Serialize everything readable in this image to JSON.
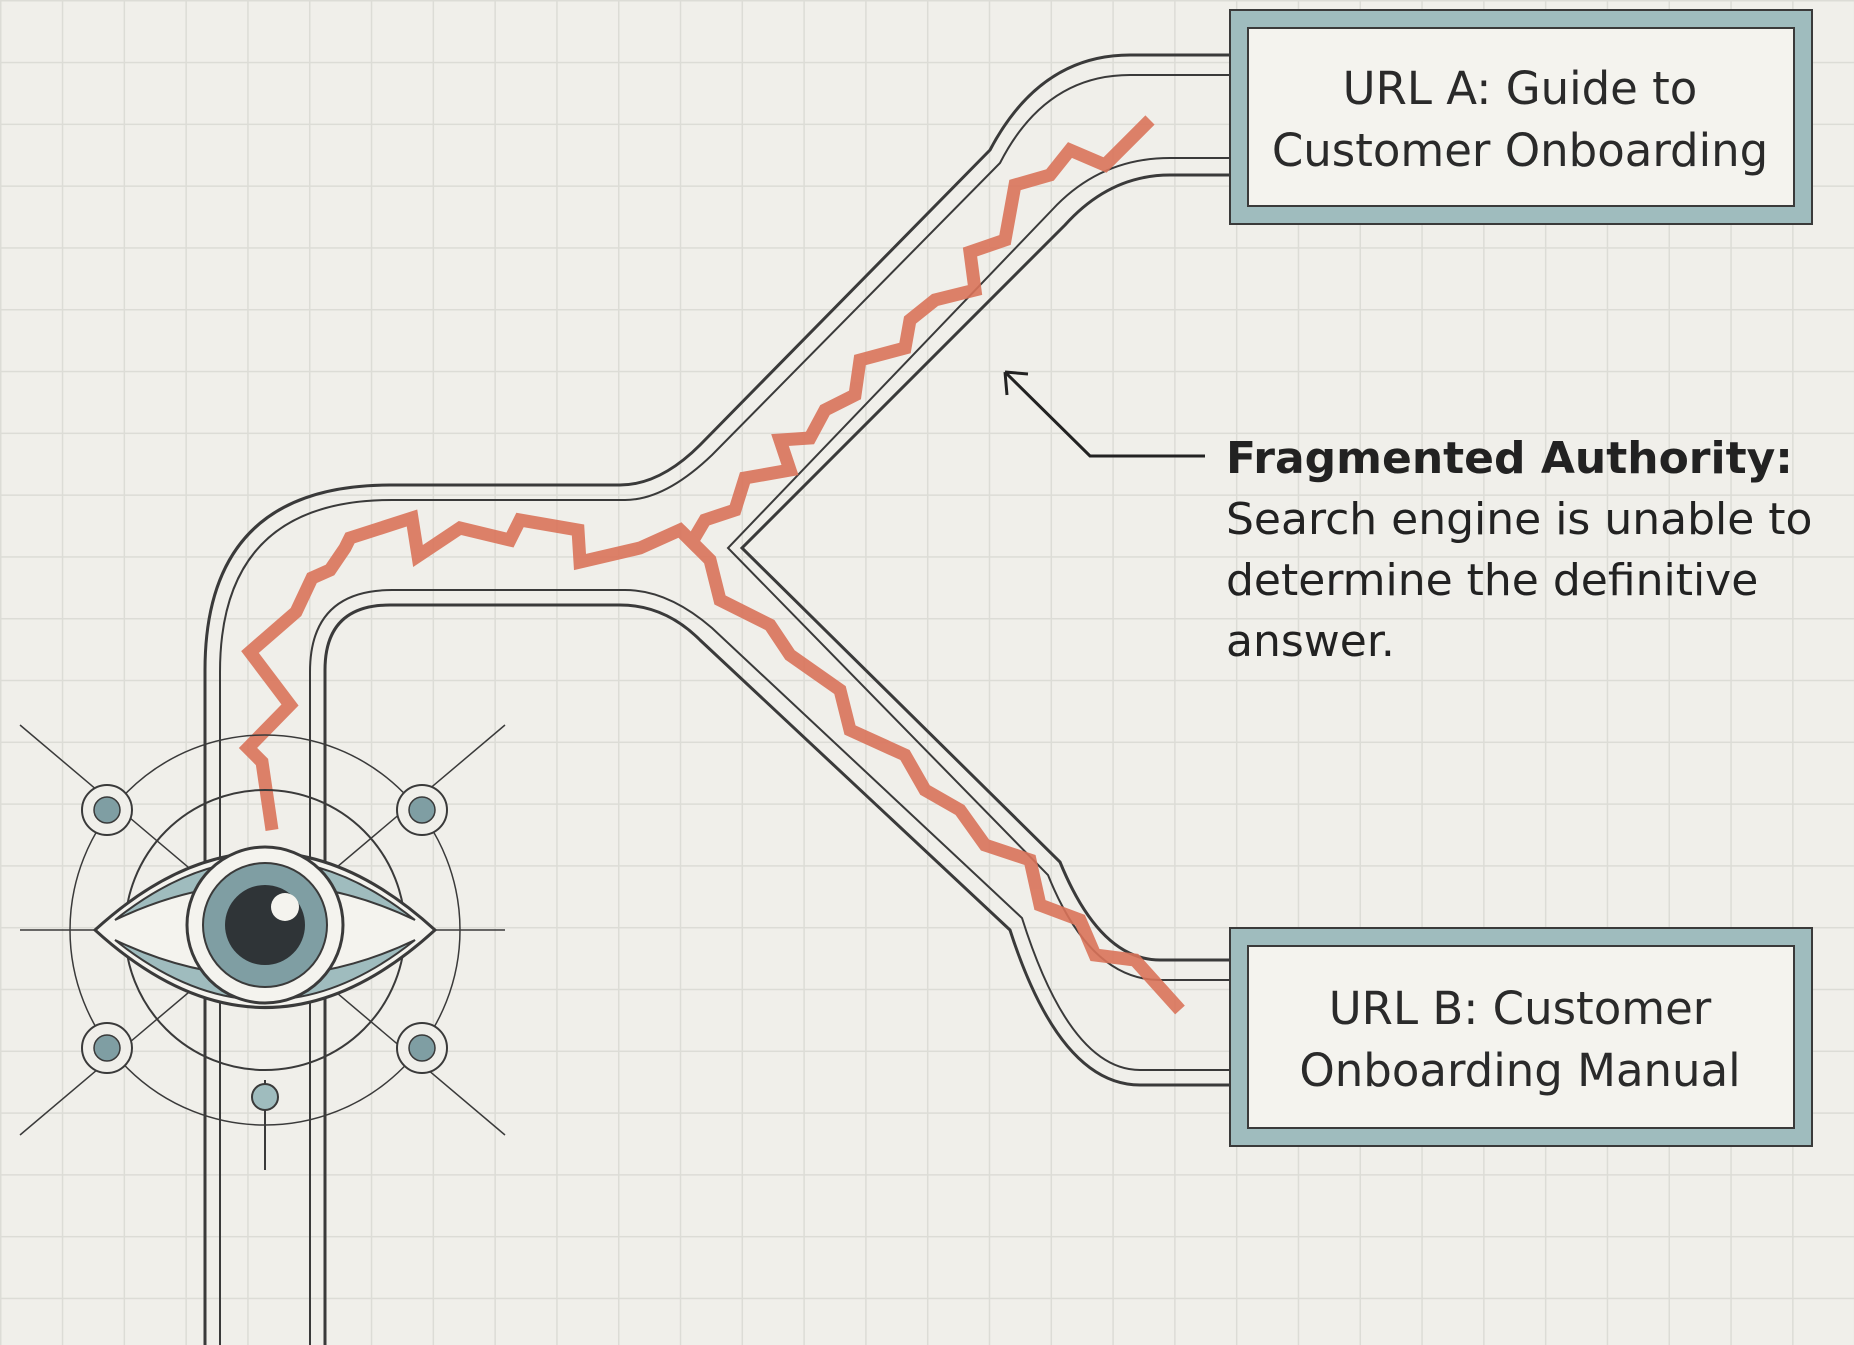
{
  "colors": {
    "background": "#f0efea",
    "grid": "#dcdcd6",
    "pipe_stroke": "#3a3a3a",
    "crack": "#d9735a",
    "box_frame": "#9fbcbe",
    "eye_iris": "#7f9ea3",
    "eye_pupil": "#2f3437"
  },
  "icons": {
    "crawler": "eye-icon",
    "pointer": "arrow-icon"
  },
  "nodes": {
    "url_a": {
      "label": "URL A: Guide to Customer Onboarding"
    },
    "url_b": {
      "label": "URL B: Customer Onboarding Manual"
    }
  },
  "annotation": {
    "title": "Fragmented Authority:",
    "body": "Search engine is unable to determine the definitive answer."
  }
}
